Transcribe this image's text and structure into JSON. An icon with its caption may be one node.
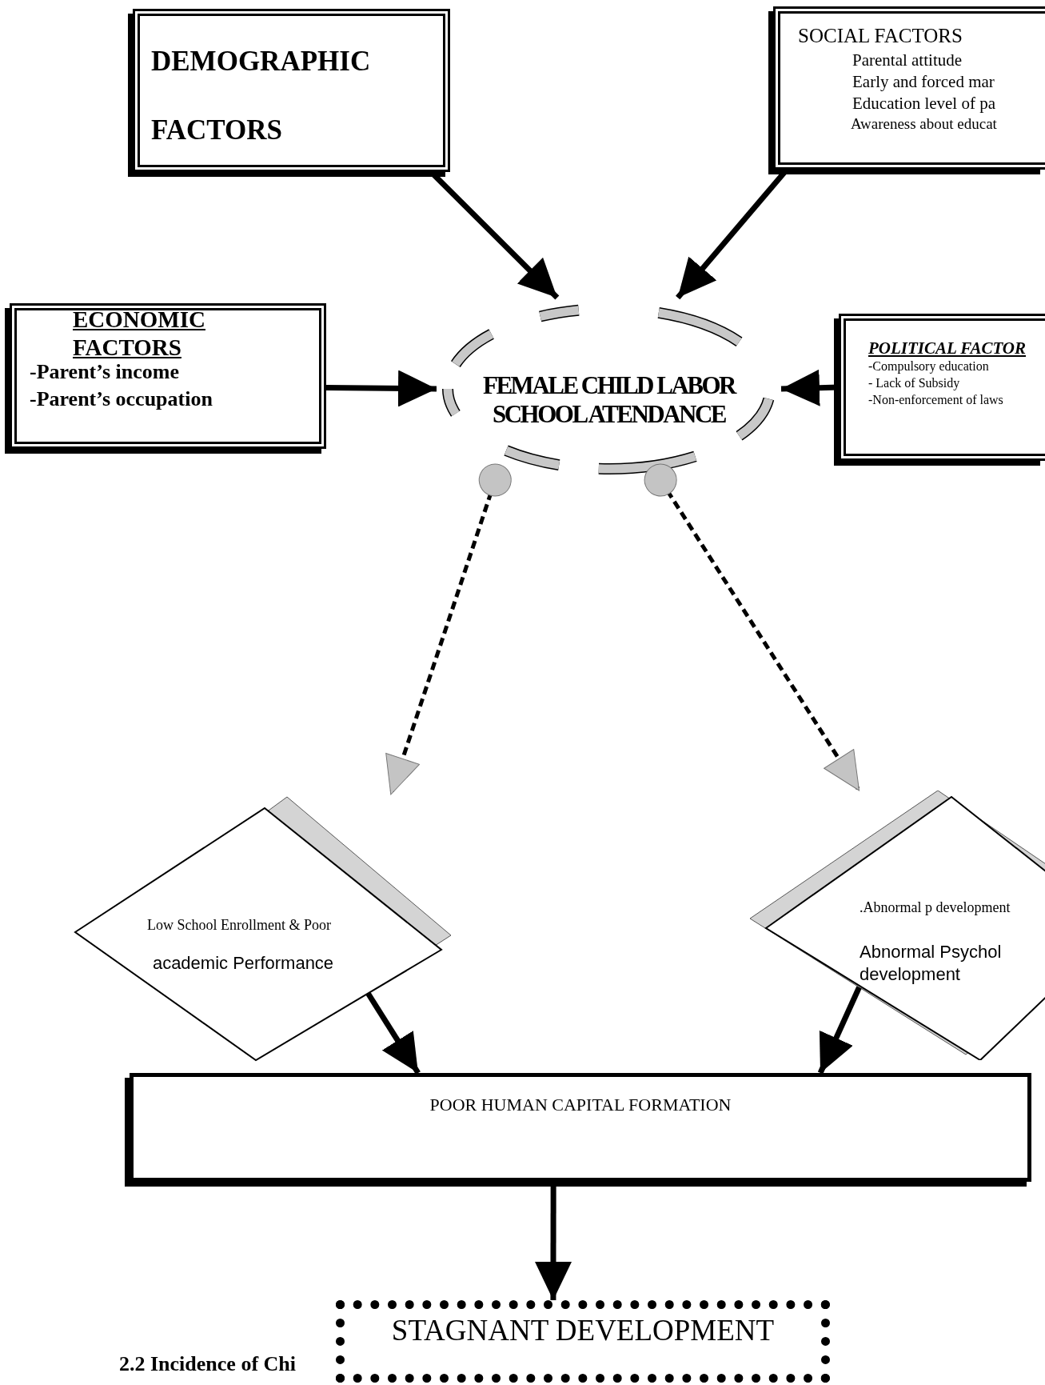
{
  "diagram": {
    "nodes": [
      {
        "text": [
          "DEMOGRAPHIC FACTORS"
        ]
      },
      {
        "text": [
          "SOCIAL FACTORS",
          "Parental attitude",
          "Early and forced mar",
          "Education level of pa",
          "Awareness about educat"
        ]
      },
      {
        "text": [
          "ECONOMIC FACTORS",
          "-Parent’s income",
          "-Parent’s occupation"
        ]
      },
      {
        "text": [
          "FEMALE CHILD LABOR SCHOOL ATENDANCE"
        ]
      },
      {
        "text": [
          "POLITICAL FACTOR",
          "-Compulsory education",
          "- Lack of Subsidy",
          "-Non-enforcement of laws"
        ]
      },
      {
        "text": [
          "Low School Enrollment & Poor",
          "academic Performance"
        ]
      },
      {
        "text": [
          ".Abnormal p development",
          "Abnormal Psychol development"
        ]
      },
      {
        "text": [
          "POOR HUMAN CAPITAL FORMATION"
        ]
      },
      {
        "text": [
          "STAGNANT DEVELOPMENT"
        ]
      }
    ],
    "edges": [
      {
        "from": 0,
        "to": 3,
        "arrow": "to"
      },
      {
        "from": 1,
        "to": 3,
        "arrow": "to"
      },
      {
        "from": 2,
        "to": 3,
        "arrow": "to"
      },
      {
        "from": 4,
        "to": 3,
        "arrow": "to"
      },
      {
        "from": 3,
        "to": 5,
        "arrow": "to",
        "style": "dashed"
      },
      {
        "from": 3,
        "to": 6,
        "arrow": "to",
        "style": "dashed"
      },
      {
        "from": 5,
        "to": 7,
        "arrow": "to"
      },
      {
        "from": 6,
        "to": 7,
        "arrow": "to"
      },
      {
        "from": 7,
        "to": 8,
        "arrow": "to"
      }
    ],
    "labels": [
      "2.2 Incidence of Chi"
    ]
  }
}
